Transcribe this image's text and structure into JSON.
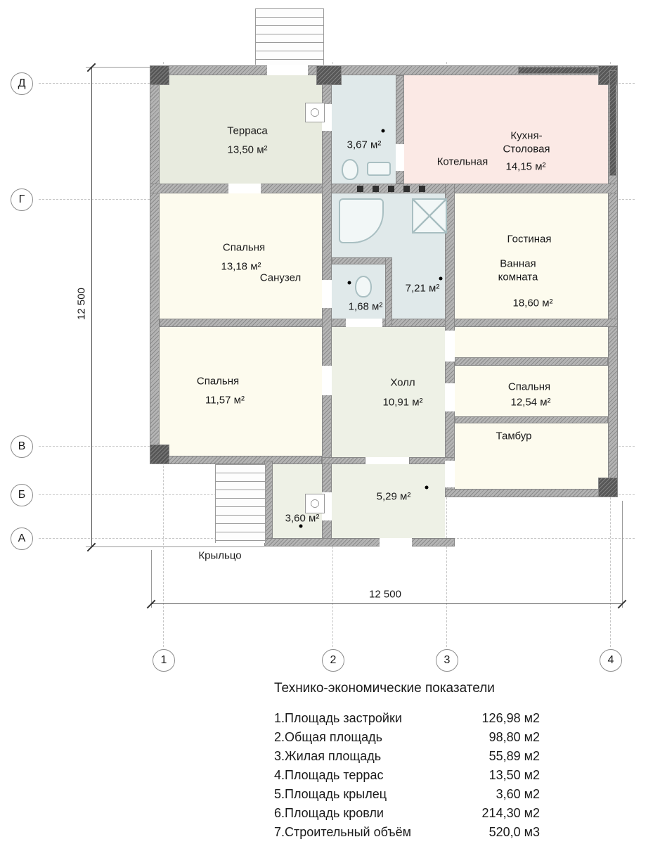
{
  "grid": {
    "row_labels": [
      "Д",
      "Г",
      "В",
      "Б",
      "А"
    ],
    "col_labels": [
      "1",
      "2",
      "3",
      "4"
    ],
    "vertical_dim": "12 500",
    "horizontal_dim": "12 500"
  },
  "plan": {
    "rooms": {
      "terrace": {
        "name": "Терраса",
        "area": "13,50 м²"
      },
      "boiler": {
        "name": "Котельная",
        "area": "3,67 м²"
      },
      "kitchen": {
        "name": "Кухня-Столовая",
        "area": "14,15 м²"
      },
      "bedroom_top": {
        "name": "Спальня",
        "area": "13,18 м²"
      },
      "sanuzel": {
        "name": "Санузел",
        "area": "1,68 м²"
      },
      "bathroom": {
        "name": "Ванная комната",
        "area": "7,21 м²"
      },
      "living": {
        "name": "Гостиная",
        "area": "18,60 м²"
      },
      "bedroom_left": {
        "name": "Спальня",
        "area": "11,57 м²"
      },
      "hall": {
        "name": "Холл",
        "area": "10,91 м²"
      },
      "bedroom_right": {
        "name": "Спальня",
        "area": "12,54 м²"
      },
      "tambour": {
        "name": "Тамбур"
      },
      "vestibule": {
        "area": "5,29 м²"
      },
      "porch_room": {
        "area": "3,60 м²"
      },
      "porch": {
        "name": "Крыльцо"
      }
    }
  },
  "summary": {
    "title": "Технико-экономические показатели",
    "rows": [
      {
        "label": "1.Площадь застройки",
        "value": "126,98 м2"
      },
      {
        "label": "2.Общая площадь",
        "value": "98,80 м2"
      },
      {
        "label": "3.Жилая площадь",
        "value": "55,89 м2"
      },
      {
        "label": "4.Площадь террас",
        "value": "13,50 м2"
      },
      {
        "label": "5.Площадь крылец",
        "value": "3,60 м2"
      },
      {
        "label": "6.Площадь кровли",
        "value": "214,30 м2"
      },
      {
        "label": "7.Строительный объём",
        "value": "520,0 м3"
      }
    ]
  }
}
